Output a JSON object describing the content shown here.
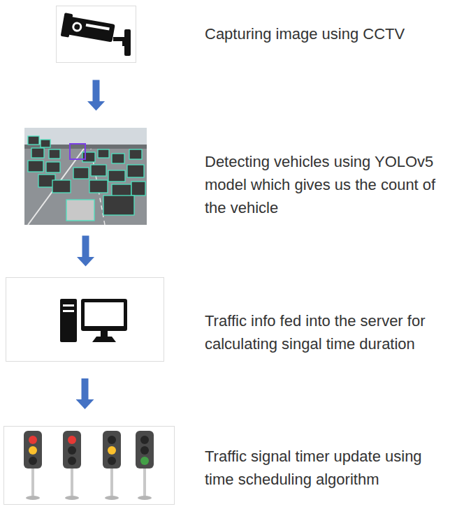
{
  "diagram": {
    "nodes": [
      {
        "text": [
          "Capturing image using CCTV"
        ]
      },
      {
        "text": [
          "Detecting vehicles using YOLOv5 model which gives us the count of the vehicle"
        ]
      },
      {
        "text": [
          "Traffic info fed into the server for calculating singal time duration"
        ]
      },
      {
        "text": [
          "Traffic signal timer update using time scheduling algorithm"
        ]
      }
    ],
    "edges": [
      {
        "from": 0,
        "to": 1,
        "arrow": "to"
      },
      {
        "from": 1,
        "to": 2,
        "arrow": "to"
      },
      {
        "from": 2,
        "to": 3,
        "arrow": "to"
      }
    ]
  }
}
